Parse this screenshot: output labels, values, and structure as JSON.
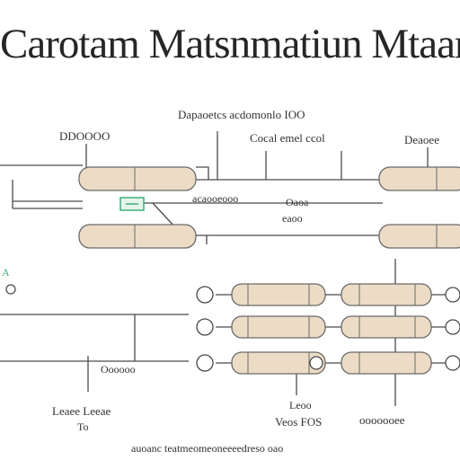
{
  "title": "Carotam Matsnmatiun Mtaar",
  "labels": {
    "top_center": "Dapaoetcs acdomonlo IOO",
    "top_left": "DDOOOO",
    "top_mid": "Cocal emel ccol",
    "top_right": "Deaoee",
    "mid_center": "acaooeooo",
    "mid_center_2": "Oaoa",
    "mid_center_3": "eaoo",
    "left_mark": "A",
    "left_mid": "Oooooo",
    "bottom_left": "Leaee Leeae",
    "bottom_left_2": "To",
    "bottom_mid": "Leoo",
    "bottom_mid_2": "Veos FOS",
    "bottom_right": "ooooooee",
    "footer": "auoanc teatmeomeoneeeedreso oao"
  },
  "colors": {
    "line": "#4a4a4a",
    "module_fill": "#ecdcc6",
    "module_stroke": "#6a6a6a",
    "accent_green": "#3fae7a",
    "background": "#ffffff"
  }
}
